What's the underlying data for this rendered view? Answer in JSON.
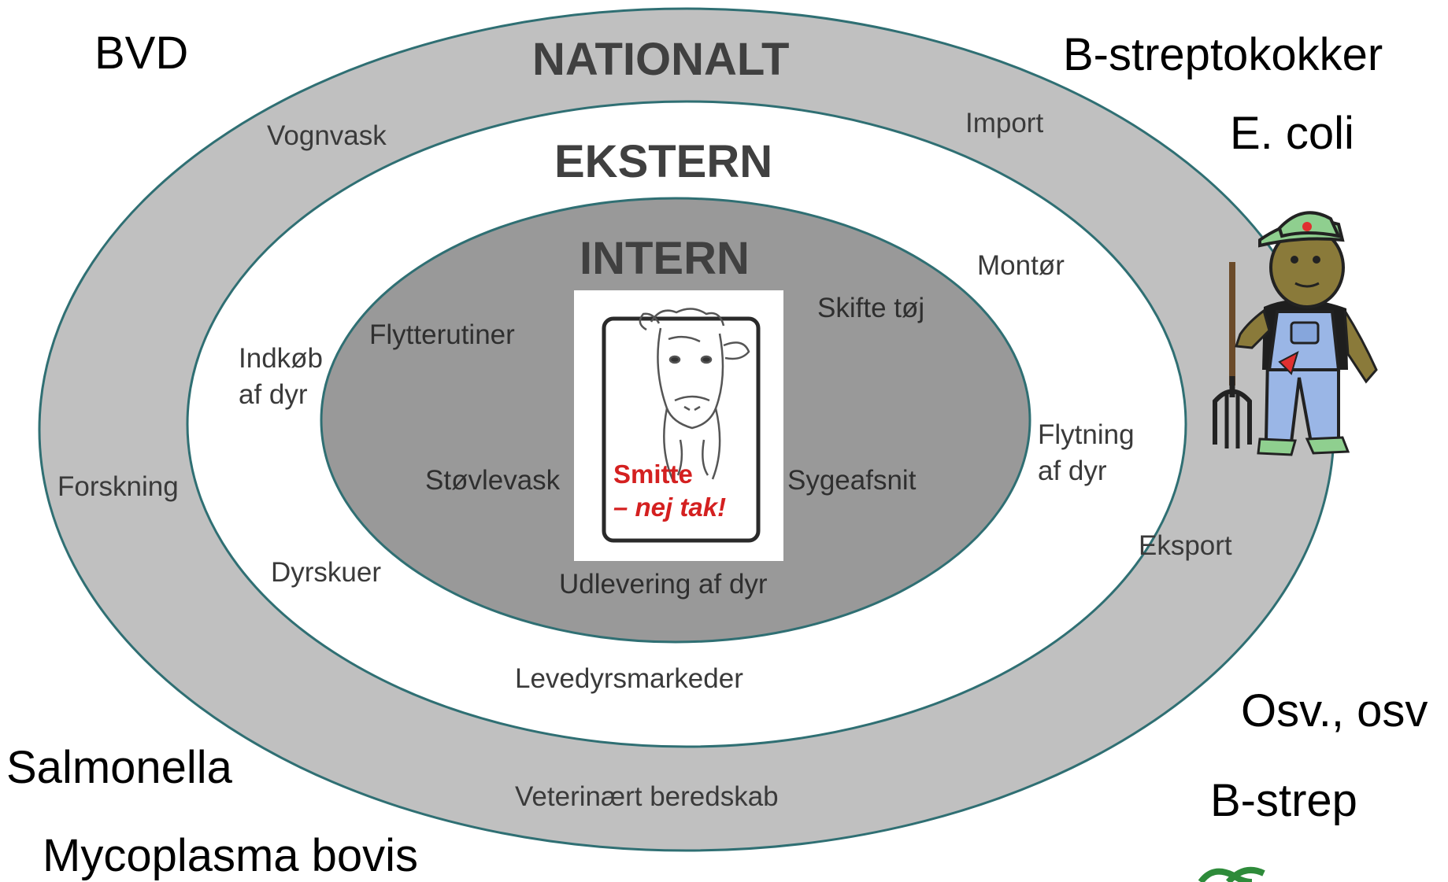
{
  "rings": {
    "outer_title": "NATIONALT",
    "middle_title": "EKSTERN",
    "inner_title": "INTERN",
    "colors": {
      "outer": "#c0c0c0",
      "middle": "#ffffff",
      "inner": "#999999",
      "edge": "#2f6f73"
    }
  },
  "diseases": {
    "bvd": "BVD",
    "b_strepto": "B-streptokokker",
    "e_coli": "E. coli",
    "osv": "Osv., osv",
    "salmonella": "Salmonella",
    "b_strep": "B-strep",
    "mycoplasma": "Mycoplasma bovis"
  },
  "national_items": {
    "vognvask": "Vognvask",
    "import": "Import",
    "forskning": "Forskning",
    "eksport": "Eksport",
    "veterinaert": "Veterinært beredskab"
  },
  "external_items": {
    "montor": "Montør",
    "indkob": "Indkøb\naf dyr",
    "flytning": "Flytning\naf dyr",
    "dyrskuer": "Dyrskuer",
    "levedyr": "Levedyrsmarkeder"
  },
  "internal_items": {
    "flytterutiner": "Flytterutiner",
    "skifte": "Skifte tøj",
    "stovlevask": "Støvlevask",
    "sygeafsnit": "Sygeafsnit",
    "udlevering": "Udlevering af dyr"
  },
  "logo": {
    "line1": "Smitte",
    "line2": "– nej tak!",
    "accent_color": "#d42020"
  }
}
